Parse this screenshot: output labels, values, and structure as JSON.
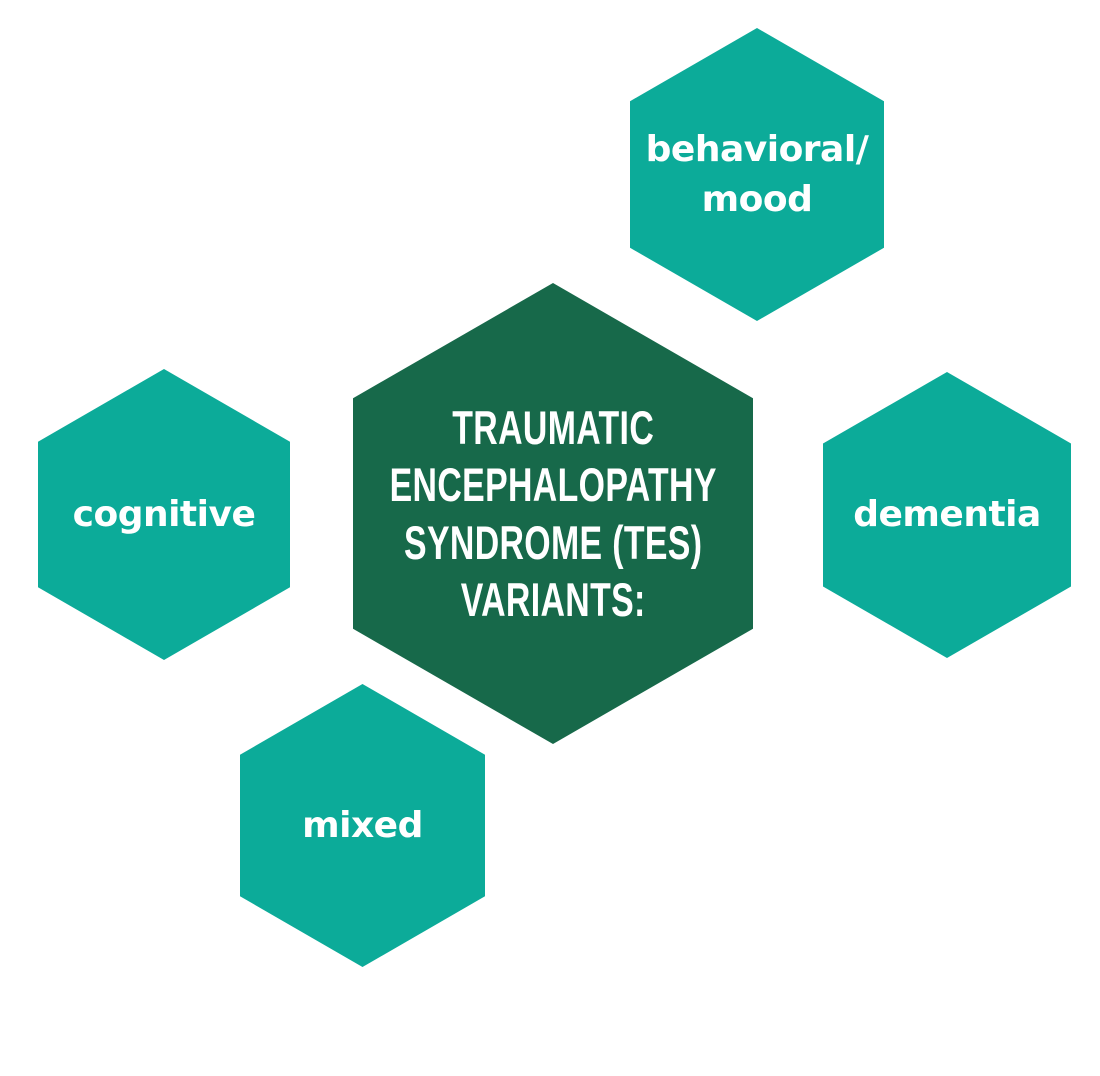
{
  "background_color": "#ffffff",
  "diagram": {
    "type": "hexagon-cluster-infographic",
    "title": "TRAUMATIC ENCEPHALOPATHY SYNDROME (TES) VARIANTS:",
    "colors": {
      "center_hexagon": "#17694a",
      "satellite_hexagon": "#0cab99",
      "text": "#ffffff",
      "background": "#ffffff"
    },
    "center_hexagon": {
      "lines": [
        "TRAUMATIC",
        "ENCEPHALOPATHY",
        "SYNDROME (TES)",
        "VARIANTS:"
      ]
    },
    "variant_hexagons": [
      {
        "id": "behavioral-mood",
        "position": "top-right",
        "lines": [
          "behavioral/",
          "mood"
        ]
      },
      {
        "id": "cognitive",
        "position": "middle-left",
        "lines": [
          "cognitive"
        ]
      },
      {
        "id": "dementia",
        "position": "middle-right",
        "lines": [
          "dementia"
        ]
      },
      {
        "id": "mixed",
        "position": "bottom-left",
        "lines": [
          "mixed"
        ]
      }
    ]
  }
}
